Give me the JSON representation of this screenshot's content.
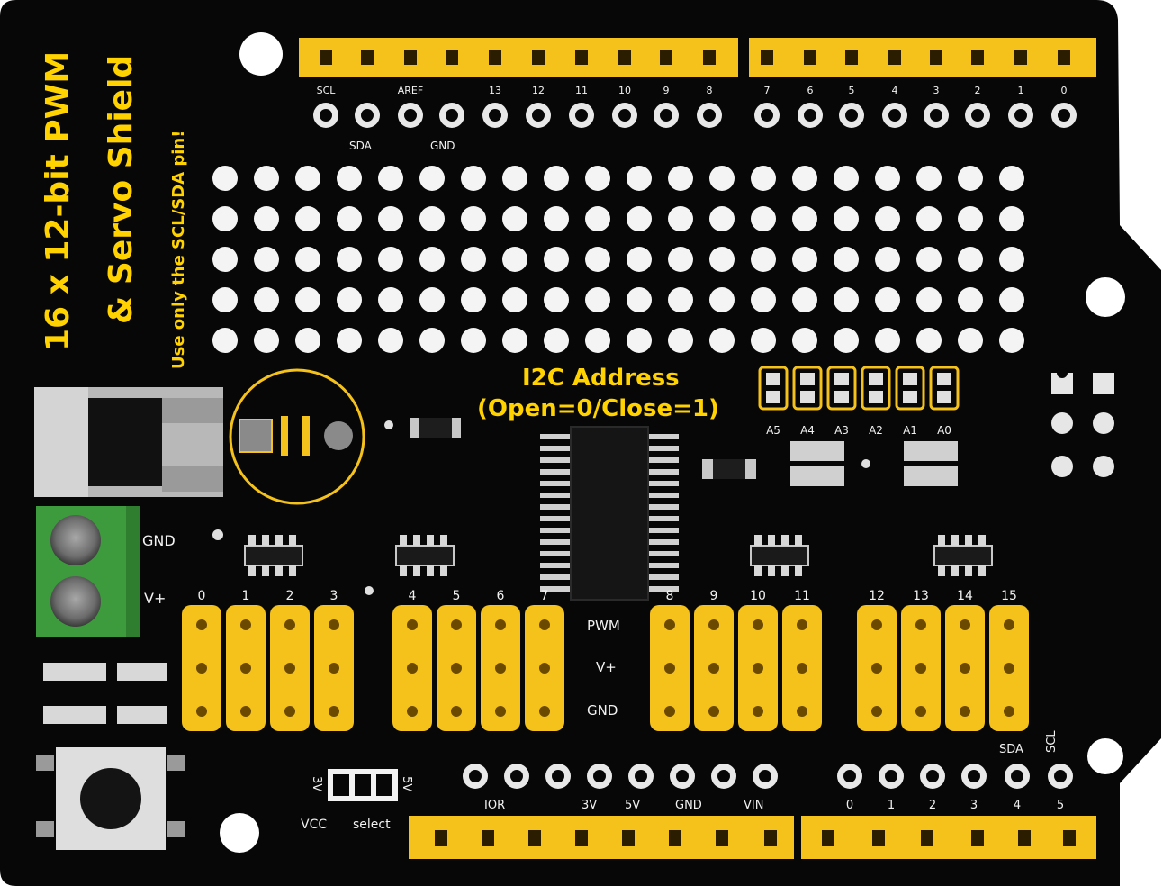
{
  "board": {
    "title_line1": "16 x 12-bit PWM",
    "title_line2": "& Servo Shield",
    "note": "Use only the SCL/SDA pin!",
    "i2c_label_1": "I2C Address",
    "i2c_label_2": "(Open=0/Close=1)"
  },
  "address_pads": [
    "A5",
    "A4",
    "A3",
    "A2",
    "A1",
    "A0"
  ],
  "top_header_labels": [
    "SCL",
    "AREF",
    "13",
    "12",
    "11",
    "10",
    "9",
    "8",
    "7",
    "6",
    "5",
    "4",
    "3",
    "2",
    "1",
    "0"
  ],
  "top_sub_labels": {
    "sda": "SDA",
    "gnd": "GND"
  },
  "servo_channels": [
    "0",
    "1",
    "2",
    "3",
    "4",
    "5",
    "6",
    "7",
    "8",
    "9",
    "10",
    "11",
    "12",
    "13",
    "14",
    "15"
  ],
  "servo_row_labels": {
    "pwm": "PWM",
    "vplus": "V+",
    "gnd": "GND"
  },
  "power_terminal": {
    "gnd": "GND",
    "vplus": "V+"
  },
  "bottom_labels": {
    "ioref": "IOR",
    "v33": "3V",
    "v5": "5V",
    "gnd": "GND",
    "vin": "VIN",
    "vcc": "VCC",
    "select": "select",
    "jumper_left": "3V",
    "jumper_right": "5V",
    "sda": "SDA",
    "scl": "SCL"
  },
  "analog_labels": [
    "0",
    "1",
    "2",
    "3",
    "4",
    "5"
  ]
}
